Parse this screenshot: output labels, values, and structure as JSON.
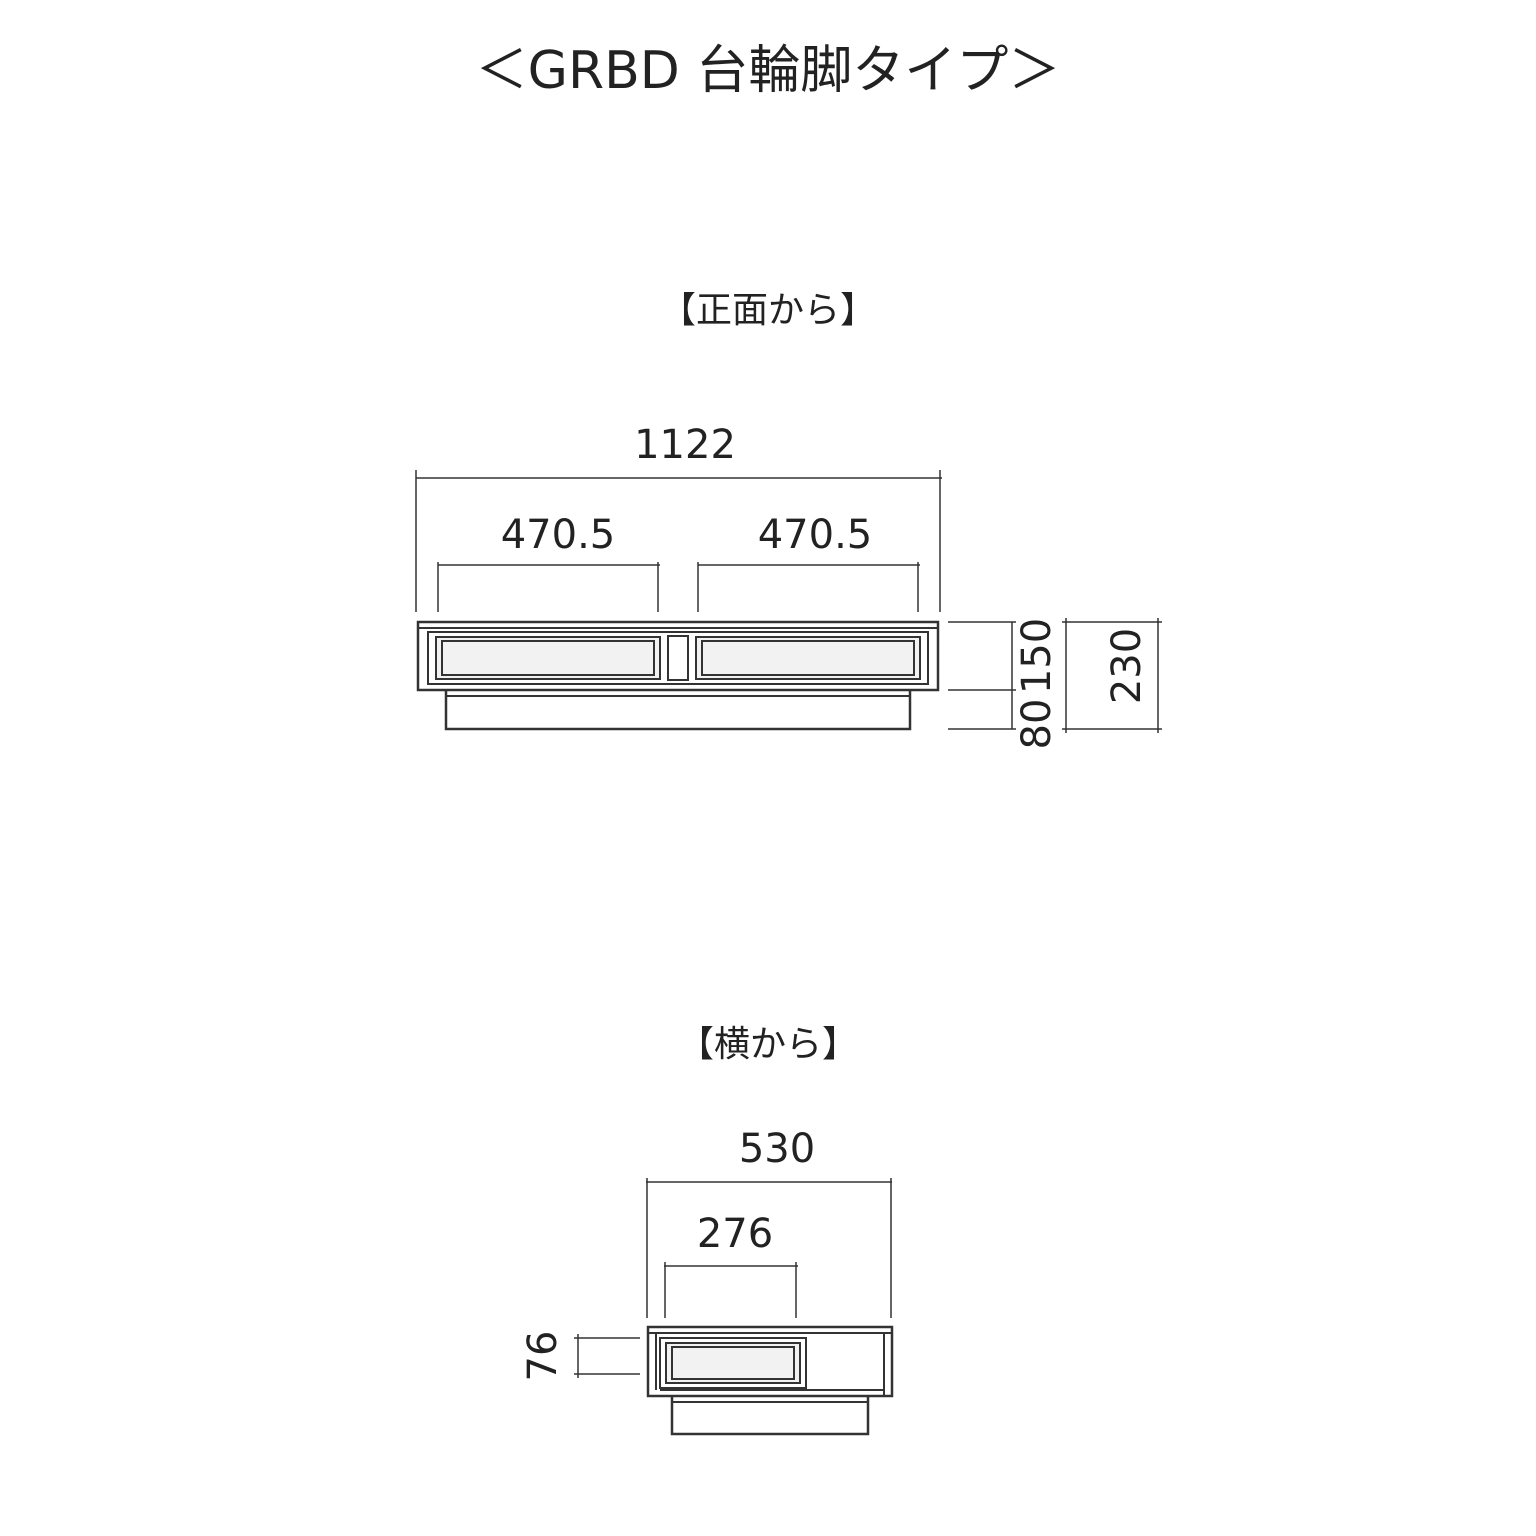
{
  "title": "＜GRBD 台輪脚タイプ＞",
  "front_view": {
    "label": "【正面から】",
    "total_width": "1122",
    "drawer_left_width": "470.5",
    "drawer_right_width": "470.5",
    "body_height": "150",
    "base_height": "80",
    "total_height": "230"
  },
  "side_view": {
    "label": "【横から】",
    "total_depth": "530",
    "drawer_depth": "276",
    "drawer_height": "76"
  }
}
